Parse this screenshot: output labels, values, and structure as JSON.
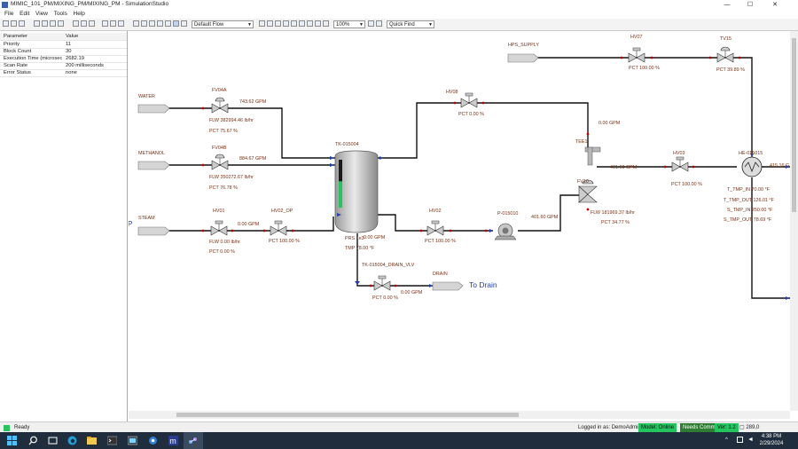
{
  "window": {
    "title": "MIMIC_101_PM/MIXING_PM/MIXING_PM - SimulationStudio",
    "minimize": "—",
    "maximize": "☐",
    "close": "✕"
  },
  "menu": [
    "File",
    "Edit",
    "View",
    "Tools",
    "Help"
  ],
  "toolbar": {
    "flow_select": "Default Flow",
    "zoom": "100%",
    "quick_find": "Quick Find"
  },
  "properties": {
    "header": {
      "param": "Parameter",
      "value": "Value"
    },
    "rows": [
      {
        "k": "Priority",
        "v": "11"
      },
      {
        "k": "Block Count",
        "v": "30"
      },
      {
        "k": "Execution Time (microseco...",
        "v": "2682.19"
      },
      {
        "k": "Scan Rate",
        "v": "200 milliseconds"
      },
      {
        "k": "Error Status",
        "v": "none"
      }
    ]
  },
  "diagram": {
    "feeds": {
      "water": "WATER",
      "methanol": "METHANOL",
      "steam": "STEAM",
      "hps_supply": "HPS_SUPPLY",
      "drain": "DRAIN",
      "to_drain": "To Drain"
    },
    "fv04a": {
      "tag": "FV04A",
      "gpm": "743.62 GPM",
      "flw": "FLW 382994.46 lb/hr",
      "pct": "PCT 75.67 %"
    },
    "fv04b": {
      "tag": "FV04B",
      "gpm": "884.67 GPM",
      "flw": "FLW 350272.67 lb/hr",
      "pct": "PCT 76.78 %"
    },
    "hv01": {
      "tag": "HV01",
      "gpm": "0.00 GPM",
      "flw": "FLW 0.00 lb/hr",
      "pct": "PCT 0.00 %"
    },
    "hv02_op": {
      "tag": "HV02_OP",
      "pct": "PCT 100.00 %"
    },
    "tank": {
      "tag": "TK-015004",
      "prs": "PRS 1e3",
      "tmp": "TMP 78.00 °F",
      "gpm": "0.00 GPM",
      "level": 0.55
    },
    "drain_vlv": {
      "tag": "TK-015004_DRAIN_VLV",
      "gpm": "0.00 GPM",
      "pct": "PCT 0.00 %"
    },
    "hv02": {
      "tag": "HV02",
      "pct": "PCT 100.00 %"
    },
    "pump": {
      "tag": "P-015010",
      "gpm": "401.60 GPM"
    },
    "hv08": {
      "tag": "HV08",
      "pct": "PCT 0.00 %"
    },
    "tee1": {
      "tag": "TEE1",
      "gpm": "0.00 GPM",
      "gpm2": "401.60 GPM"
    },
    "fv10": {
      "tag": "FV10",
      "flw": "FLW 181969.37 lb/hr",
      "pct": "PCT 34.77 %"
    },
    "hv03": {
      "tag": "HV03",
      "pct": "PCT 100.00 %"
    },
    "hv07": {
      "tag": "HV07",
      "pct": "PCT 100.00 %"
    },
    "tv15": {
      "tag": "TV15",
      "pct": "PCT 39.89 %"
    },
    "hx": {
      "tag": "HE-015015",
      "gpm": "415.16 G",
      "t_in": "T_TMP_IN 70.00 °F",
      "t_out": "T_TMP_OUT 126.01 °F",
      "s_in": "S_TMP_IN 250.00 °F",
      "s_out": "S_TMP_OUT 78.69 °F"
    },
    "port_p": "P"
  },
  "status": {
    "ready": "Ready",
    "logged_in": "Logged in as: DemoAdmin",
    "model": "Model: Online",
    "needs_commit": "Needs Commit",
    "ver": "Ver: 1.2",
    "coords": "289,0"
  },
  "taskbar": {
    "time": "4:38 PM",
    "date": "2/29/2024"
  }
}
